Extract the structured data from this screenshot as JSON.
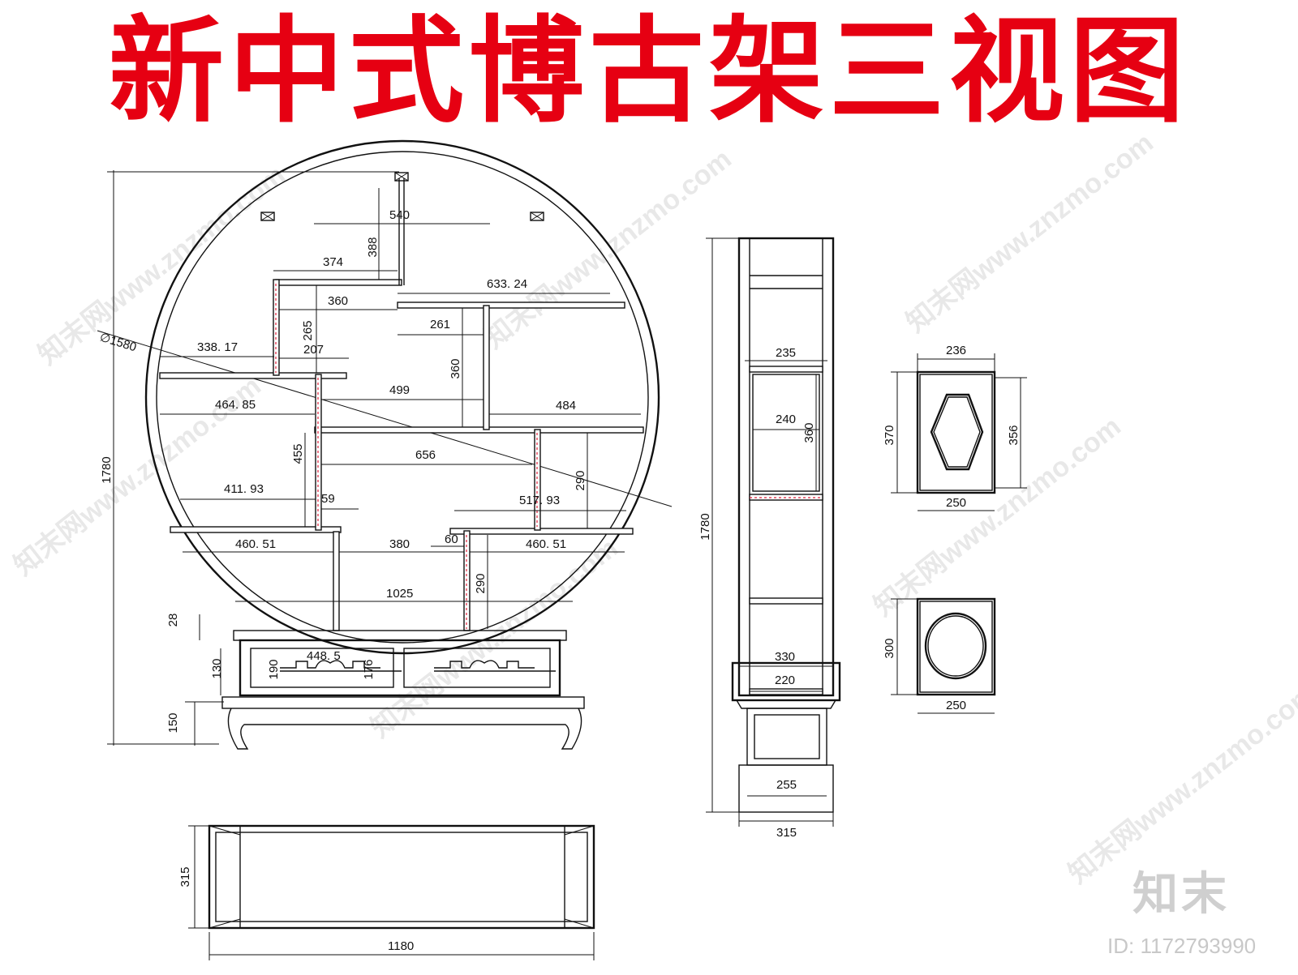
{
  "title": "新中式博古架三视图",
  "watermark": {
    "brand": "知末",
    "id_label": "ID: 1172793990",
    "repeated_text": "知末网www.znzmo.com"
  },
  "colors": {
    "title": "#e60012",
    "line": "#111111",
    "red_marker": "#e0203a",
    "watermark": "#cfcfcf"
  },
  "front_view": {
    "diameter_label": "∅1580",
    "height": "1780",
    "dims": {
      "top_540": "540",
      "top_388": "388",
      "d374": "374",
      "d633": "633. 24",
      "d360": "360",
      "d261": "261",
      "d265": "265",
      "d338": "338. 17",
      "d207": "207",
      "d499": "499",
      "d360b": "360",
      "d484": "484",
      "d464": "464. 85",
      "d455": "455",
      "d656": "656",
      "d290a": "290",
      "d411": "411. 93",
      "d59": "59",
      "d517": "517. 93",
      "d460a": "460. 51",
      "d380": "380",
      "d60": "60",
      "d460b": "460. 51",
      "d290b": "290",
      "d1025": "1025",
      "d28": "28",
      "d130": "130",
      "d448": "448. 5",
      "d190": "190",
      "d176": "176",
      "d150": "150"
    }
  },
  "side_view": {
    "height": "1780",
    "dims": {
      "d235": "235",
      "d240": "240",
      "d360": "360",
      "d330": "330",
      "d220": "220",
      "d255": "255",
      "d315": "315"
    }
  },
  "detail_hexagon": {
    "top": "236",
    "left": "370",
    "right": "356",
    "bottom": "250"
  },
  "detail_circle": {
    "left": "300",
    "bottom": "250"
  },
  "plan_view": {
    "depth": "315",
    "width": "1180"
  }
}
